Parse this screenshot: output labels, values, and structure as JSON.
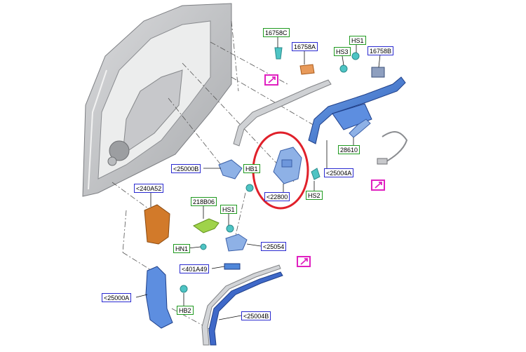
{
  "callouts": {
    "c16758C": "16758C",
    "c16758A": "16758A",
    "cHS1_top": "HS1",
    "cHS3": "HS3",
    "c16758B": "16758B",
    "c28610": "28610",
    "c25004A": "<25004A",
    "c25000B": "<25000B",
    "cHB1": "HB1",
    "c22800": "<22800",
    "cHS2": "HS2",
    "c240A52": "<240A52",
    "c218B06": "218B06",
    "cHS1_mid": "HS1",
    "cHN1": "HN1",
    "c25054": "<25054",
    "c401A49": "<401A49",
    "c25000A": "<25000A",
    "cHB2": "HB2",
    "c25004B": "<25004B"
  },
  "colors": {
    "accent_blue": "#2a2ad0",
    "accent_green": "#1f9a1f",
    "magnify": "#e020c0",
    "highlight_circle": "#e0202a",
    "part_blue": "#4f86d9",
    "part_orange": "#d27a2a",
    "part_green": "#9fd34a",
    "part_teal": "#4ec4c4"
  }
}
